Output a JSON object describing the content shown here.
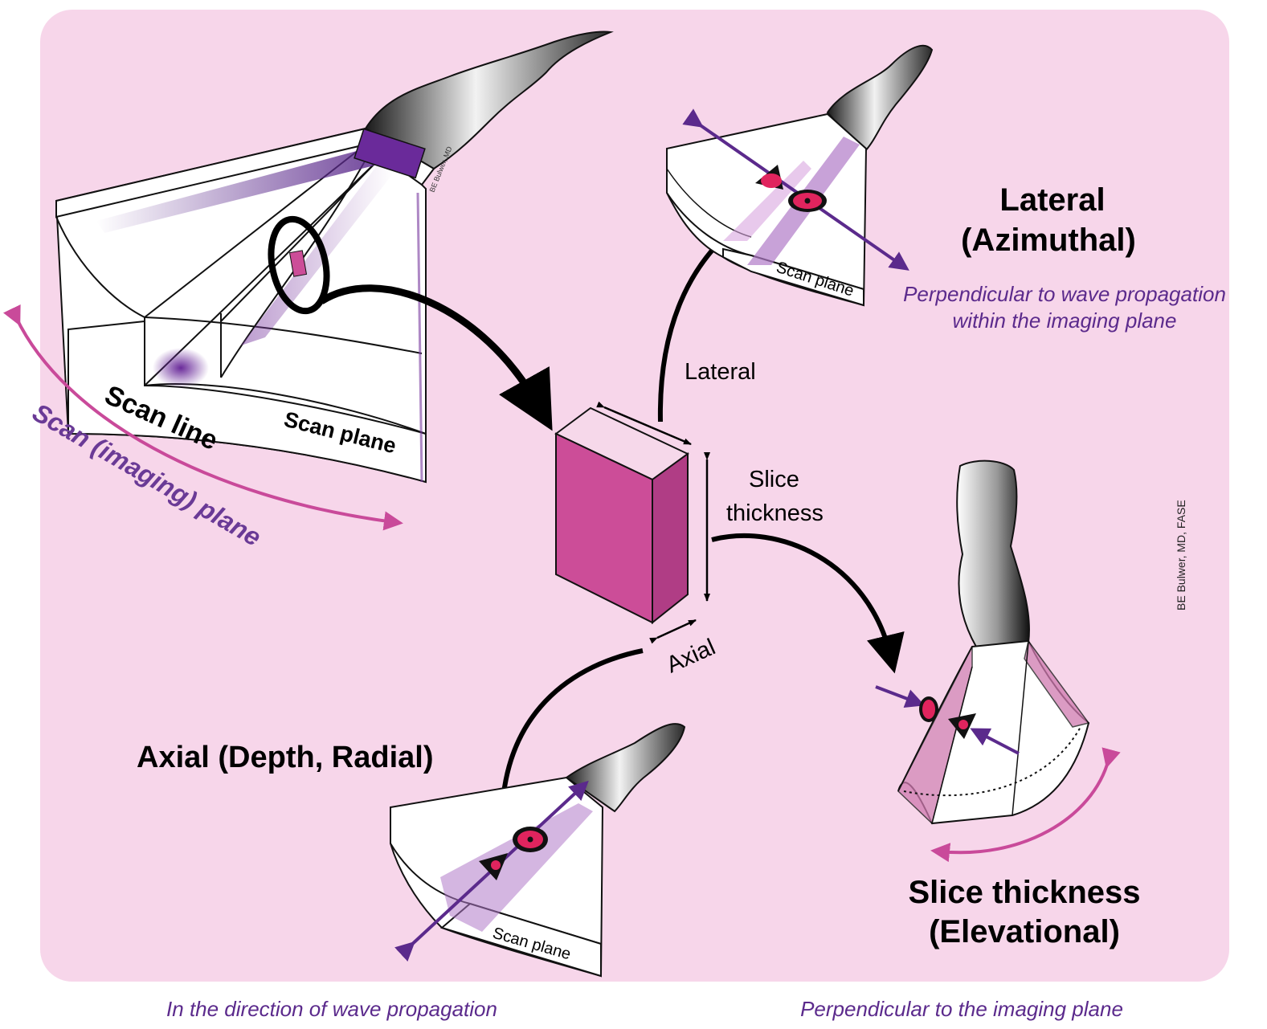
{
  "colors": {
    "background": "#f7d6ea",
    "accent_purple": "#5b2a8c",
    "accent_magenta": "#c94a9a",
    "voxel_front": "#cc4d98",
    "voxel_side": "#b03d85",
    "voxel_top": "#f6d8ea",
    "scan_label_purple": "#6a3a96"
  },
  "icons": {
    "transducer": "transducer-probe-icon",
    "voxel": "resolution-voxel-icon",
    "target": "reflector-target-icon"
  },
  "labels": {
    "scan_line": "Scan line",
    "scan_plane_main": "Scan plane",
    "scan_imaging_plane": "Scan (imaging) plane",
    "lateral_arrow": "Lateral",
    "slice_thickness_arrow_line1": "Slice",
    "slice_thickness_arrow_line2": "thickness",
    "axial_arrow": "Axial",
    "lateral_title_line1": "Lateral",
    "lateral_title_line2": "(Azimuthal)",
    "lateral_desc_line1": "Perpendicular to wave propagation",
    "lateral_desc_line2": "within the imaging plane",
    "axial_title": "Axial  (Depth, Radial)",
    "axial_desc": "In the direction of wave propagation",
    "slice_title_line1": "Slice thickness",
    "slice_title_line2": "(Elevational)",
    "slice_desc": "Perpendicular to the imaging plane",
    "scan_plane_small_lateral": "Scan plane",
    "scan_plane_small_axial": "Scan plane",
    "credit_small": "BE Bulwer, MD",
    "credit_vertical": "BE Bulwer, MD, FASE"
  }
}
